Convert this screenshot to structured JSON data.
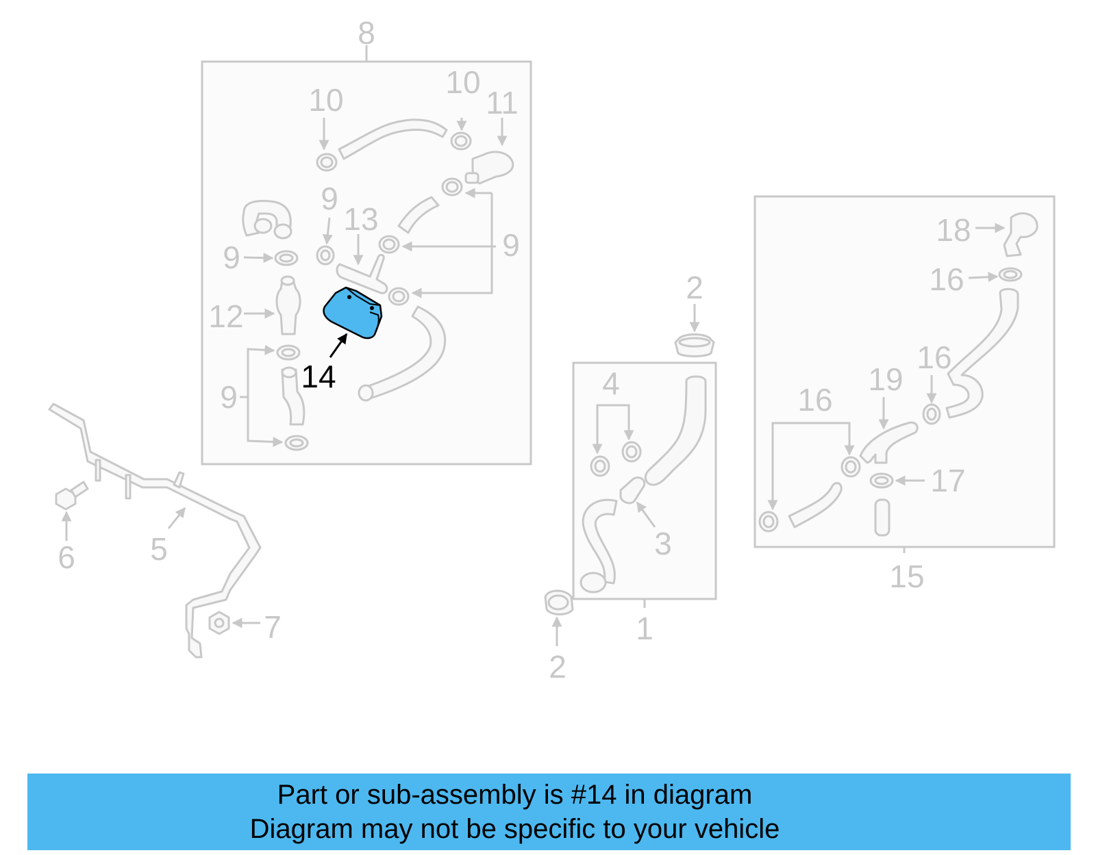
{
  "diagram": {
    "highlight_color": "#4db8f0",
    "callout_color": "#c8c8c8",
    "highlighted_part": "14",
    "callouts": {
      "c1": "1",
      "c2a": "2",
      "c2b": "2",
      "c3": "3",
      "c4": "4",
      "c5": "5",
      "c6": "6",
      "c7": "7",
      "c8": "8",
      "c9a": "9",
      "c9b": "9",
      "c9c": "9",
      "c9d": "9",
      "c10a": "10",
      "c10b": "10",
      "c11": "11",
      "c12": "12",
      "c13": "13",
      "c14": "14",
      "c15": "15",
      "c16a": "16",
      "c16b": "16",
      "c16c": "16",
      "c17": "17",
      "c18": "18",
      "c19": "19"
    }
  },
  "banner": {
    "line1": "Part or sub-assembly is #14 in diagram",
    "line2": "Diagram may not be specific to your vehicle"
  }
}
